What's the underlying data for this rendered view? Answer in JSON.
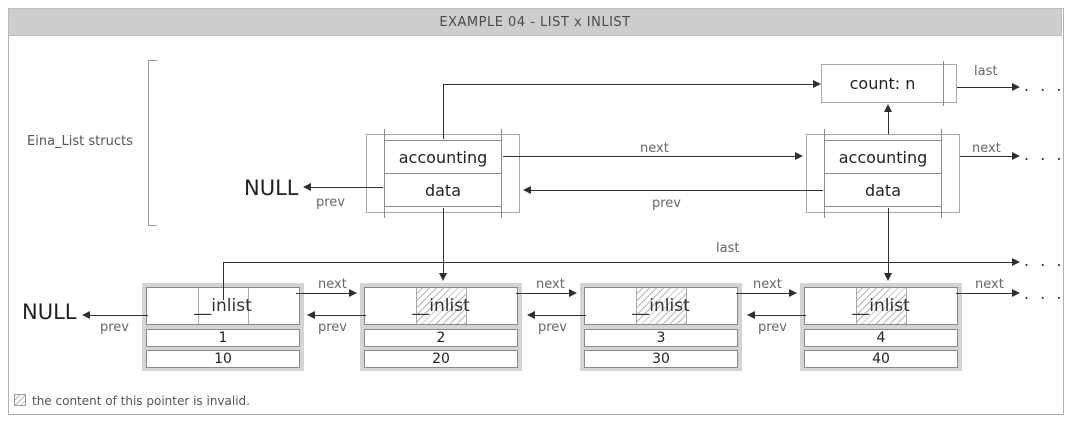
{
  "title": "EXAMPLE 04 - LIST x INLIST",
  "bracket_label": "Eina_List structs",
  "labels": {
    "next": "next",
    "prev": "prev",
    "last": "last",
    "null_value": "NULL",
    "ellipsis": ". . ."
  },
  "count_box": {
    "text": "count: n"
  },
  "eina_list_nodes": [
    {
      "top": "accounting",
      "bottom": "data"
    },
    {
      "top": "accounting",
      "bottom": "data"
    }
  ],
  "inlist_nodes": [
    {
      "header": "__inlist",
      "invalid": false,
      "value": "1",
      "data": "10"
    },
    {
      "header": "__inlist",
      "invalid": true,
      "value": "2",
      "data": "20"
    },
    {
      "header": "__inlist",
      "invalid": true,
      "value": "3",
      "data": "30"
    },
    {
      "header": "__inlist",
      "invalid": true,
      "value": "4",
      "data": "40"
    }
  ],
  "legend": {
    "text": "the content of this pointer is invalid."
  },
  "colors": {
    "titlebar_bg": "#cdcdcd",
    "frame_border": "#b0b0b0",
    "node_frame": "#d4d4d4",
    "line": "#2f2f2f",
    "label_text": "#666666",
    "hatch": "#b6b6b6"
  }
}
